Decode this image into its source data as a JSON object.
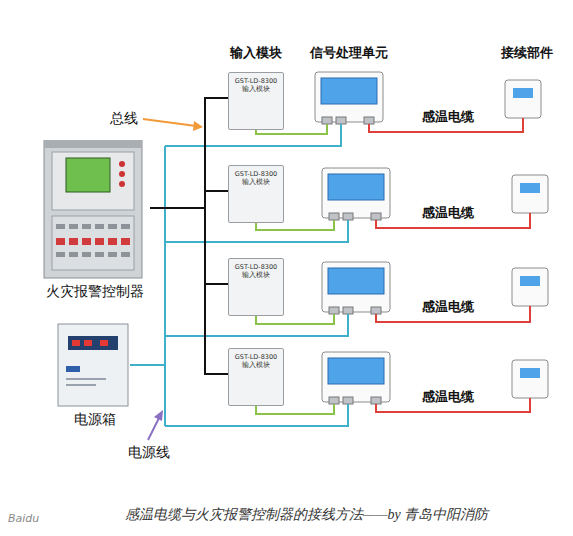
{
  "diagram": {
    "caption": "感温电缆与火灾报警控制器的接线方法——by 青岛中阳消防",
    "nodes": [
      {
        "text": [
          "火灾报警控制器"
        ]
      },
      {
        "text": [
          "电源箱"
        ]
      },
      {
        "text": [
          "GST-LD-8300 输入模块"
        ]
      },
      {
        "text": [
          "GST-LD-8300 输入模块"
        ]
      },
      {
        "text": [
          "GST-LD-8300 输入模块"
        ]
      },
      {
        "text": [
          "GST-LD-8300 输入模块"
        ]
      }
    ],
    "edges": [
      {
        "from": 0,
        "to": 2,
        "arrow": "none"
      },
      {
        "from": 0,
        "to": 3,
        "arrow": "none"
      },
      {
        "from": 0,
        "to": 4,
        "arrow": "none"
      },
      {
        "from": 0,
        "to": 5,
        "arrow": "none"
      }
    ],
    "labels": [
      "输入模块",
      "信号处理单元",
      "接续部件",
      "总线",
      "电源线",
      "感温电缆",
      "感温电缆",
      "感温电缆",
      "感温电缆",
      "Baidu"
    ]
  }
}
